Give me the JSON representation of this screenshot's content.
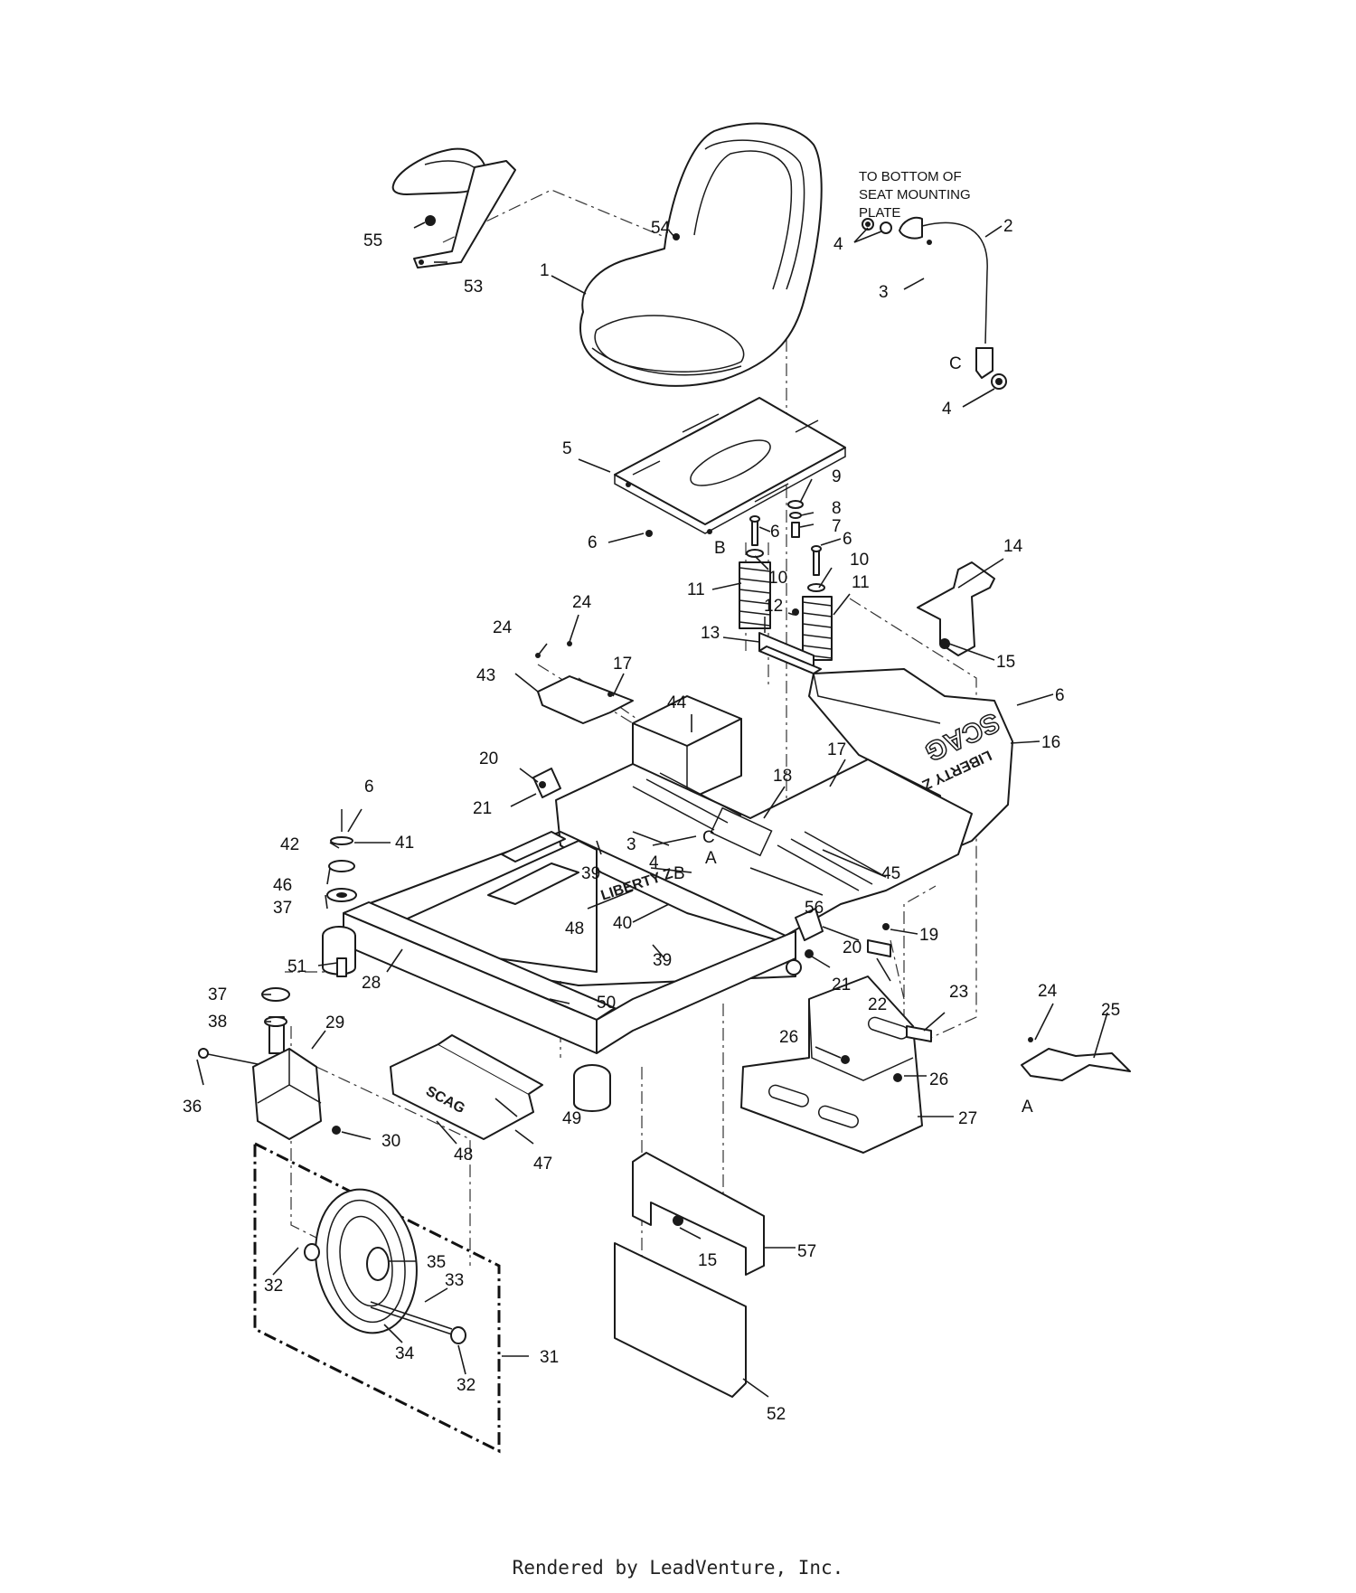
{
  "footer": {
    "text": "Rendered by LeadVenture, Inc."
  },
  "note": {
    "lines": [
      "TO BOTTOM OF",
      "SEAT MOUNTING",
      "PLATE"
    ]
  },
  "brand": {
    "logo": "SCAG",
    "model": "LIBERTY Z",
    "logo_side_panel": "SCAG",
    "model_side": "LIBERTY Z"
  },
  "callouts": {
    "c1": "1",
    "c2": "2",
    "c3a": "3",
    "c3b": "3",
    "c4a": "4",
    "c4b": "4",
    "c4c": "4",
    "c5": "5",
    "c6a": "6",
    "c6b": "6",
    "c6c": "6",
    "c6d": "6",
    "c6e": "6",
    "c7": "7",
    "c8": "8",
    "c9": "9",
    "c10a": "10",
    "c10b": "10",
    "c11a": "11",
    "c11b": "11",
    "c12": "12",
    "c13": "13",
    "c14": "14",
    "c15a": "15",
    "c15b": "15",
    "c16": "16",
    "c17a": "17",
    "c17b": "17",
    "c18": "18",
    "c19": "19",
    "c20a": "20",
    "c20b": "20",
    "c21a": "21",
    "c21b": "21",
    "c22": "22",
    "c23": "23",
    "c24a": "24",
    "c24b": "24",
    "c24c": "24",
    "c25": "25",
    "c26a": "26",
    "c26b": "26",
    "c27": "27",
    "c28": "28",
    "c29": "29",
    "c30": "30",
    "c31": "31",
    "c32a": "32",
    "c32b": "32",
    "c33": "33",
    "c34": "34",
    "c35": "35",
    "c36": "36",
    "c37a": "37",
    "c37b": "37",
    "c38": "38",
    "c39a": "39",
    "c39b": "39",
    "c40": "40",
    "c41": "41",
    "c42": "42",
    "c43": "43",
    "c44": "44",
    "c45": "45",
    "c46": "46",
    "c47": "47",
    "c48a": "48",
    "c48b": "48",
    "c49": "49",
    "c50": "50",
    "c51": "51",
    "c52": "52",
    "c53": "53",
    "c54": "54",
    "c55": "55",
    "c56": "56",
    "c57": "57"
  },
  "refs": {
    "a1": "A",
    "a2": "A",
    "b1": "B",
    "b2": "B",
    "cl1": "C",
    "cl2": "C"
  }
}
